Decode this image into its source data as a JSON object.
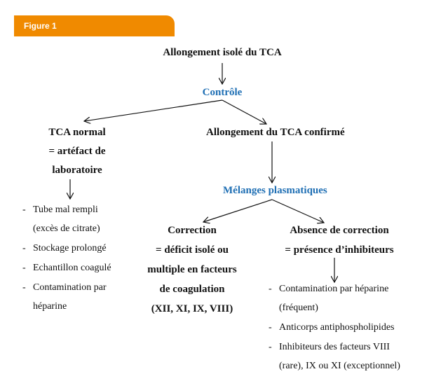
{
  "figure_label": "Figure 1",
  "root": "Allongement isolé du TCA",
  "controle": "Contrôle",
  "left": {
    "title_lines": [
      "TCA normal",
      "= artéfact de",
      "laboratoire"
    ],
    "items": [
      [
        "Tube mal rempli",
        "(excès de citrate)"
      ],
      [
        "Stockage prolongé"
      ],
      [
        "Echantillon coagulé"
      ],
      [
        "Contamination par",
        "héparine"
      ]
    ]
  },
  "right_title": "Allongement du TCA confirmé",
  "melanges": "Mélanges plasmatiques",
  "correction": {
    "title_lines": [
      "Correction",
      "= déficit isolé ou",
      "multiple en facteurs",
      "de coagulation",
      "(XII, XI, IX, VIII)"
    ]
  },
  "absence": {
    "title_lines": [
      "Absence de correction",
      "= présence d’inhibiteurs"
    ],
    "items": [
      [
        "Contamination par héparine",
        "(fréquent)"
      ],
      [
        "Anticorps antiphospholipides"
      ],
      [
        "Inhibiteurs des facteurs VIII",
        "(rare), IX ou XI (exceptionnel)"
      ]
    ]
  },
  "bullet": "-"
}
